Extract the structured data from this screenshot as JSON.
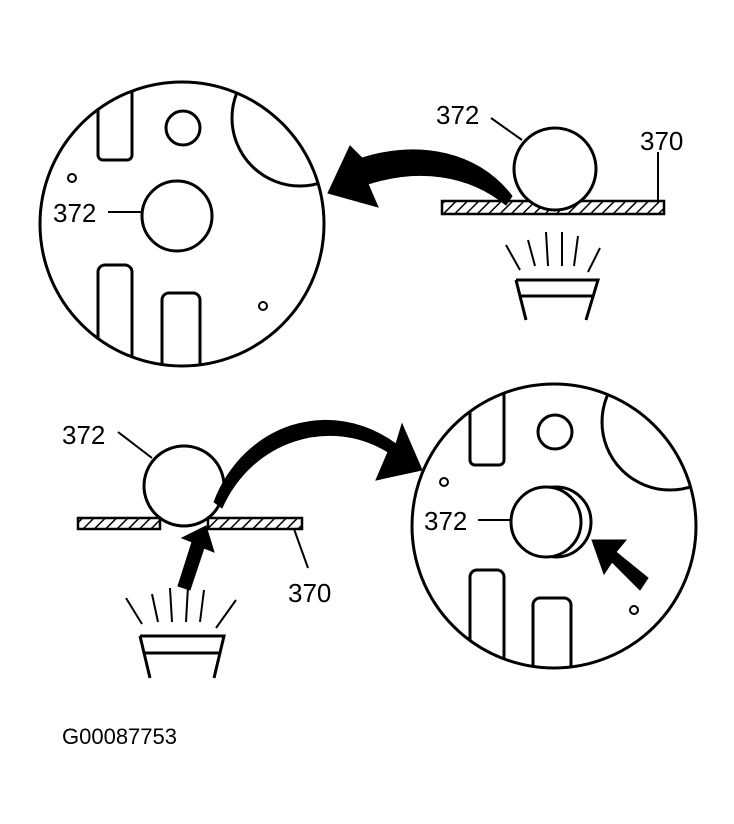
{
  "callouts": {
    "top_left_ball": "372",
    "top_right_ball": "372",
    "top_right_plate": "370",
    "bottom_left_ball": "372",
    "bottom_left_plate": "370",
    "bottom_right_ball": "372"
  },
  "figure_code": "G00087753"
}
